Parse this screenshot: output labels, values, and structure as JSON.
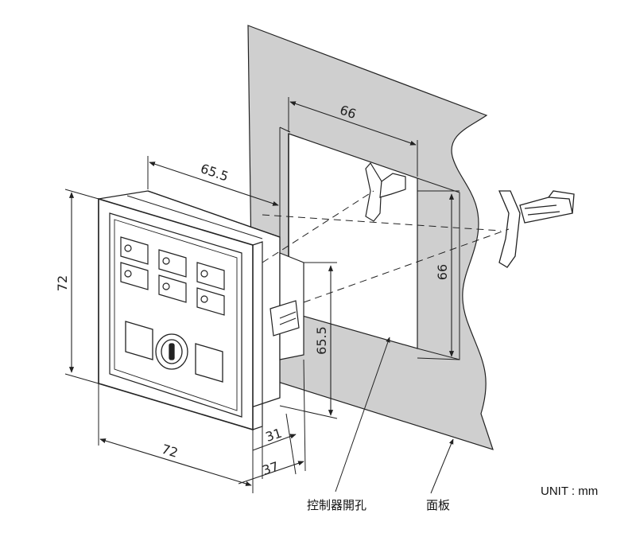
{
  "dimensions": {
    "cutout_width": "66",
    "cutout_height": "66",
    "body_depth_width": "65.5",
    "body_height": "65.5",
    "front_height": "72",
    "front_width": "72",
    "depth_inner": "31",
    "depth_total": "37"
  },
  "labels": {
    "cutout": "控制器開孔",
    "panel": "面板",
    "unit": "UNIT : mm"
  },
  "colors": {
    "panel_fill": "#cfcfcf",
    "line": "#222222",
    "device_fill": "#ffffff"
  }
}
